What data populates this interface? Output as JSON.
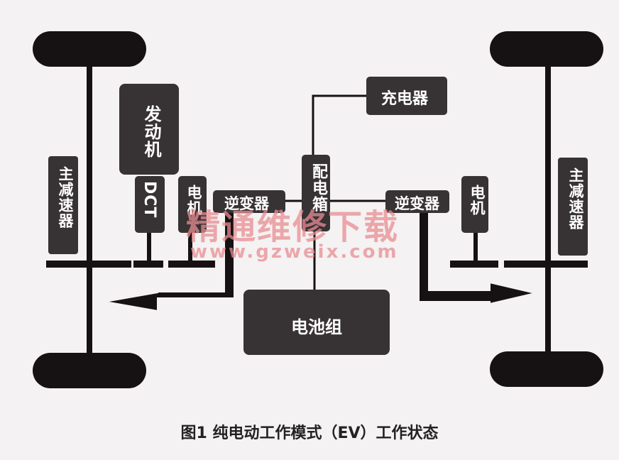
{
  "labels": {
    "engine": "发动机",
    "dct": "DCT",
    "main_reducer_left": "主减速器",
    "main_reducer_right": "主减速器",
    "motor_left": "电机",
    "motor_right": "电机",
    "inverter_left": "逆变器",
    "inverter_right": "逆变器",
    "distribution_box": "配电箱",
    "charger": "充电器",
    "battery_pack": "电池组"
  },
  "watermark": {
    "title": "精通维修下载",
    "url": "www.gzweix.com"
  },
  "caption": "图1  纯电动工作模式（EV）工作状态",
  "colors": {
    "block": "#373234",
    "line": "#161214",
    "background": "#f4f2f2",
    "watermark": "#e88d93"
  }
}
